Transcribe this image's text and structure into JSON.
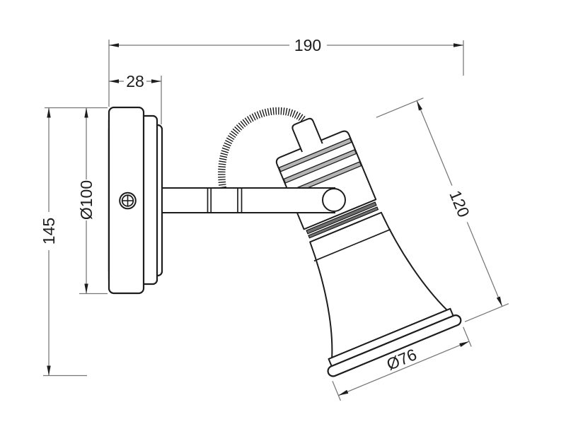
{
  "drawing": {
    "type": "technical-dimension-drawing",
    "subject": "wall-mounted spotlight, side view",
    "background_color": "#ffffff",
    "colors": {
      "object_outline": "#1d1d1d",
      "dimension_lines": "#767676",
      "groove_fill": "#b5b5b5",
      "collar_band_fill": "#6f6f6f"
    },
    "dimensions": {
      "overall_width": {
        "label": "190"
      },
      "mount_depth": {
        "label": "28"
      },
      "backplate_diameter": {
        "label": "Ø100"
      },
      "overall_height": {
        "label": "145"
      },
      "head_length": {
        "label": "120"
      },
      "shade_diameter": {
        "label": "Ø76"
      }
    }
  }
}
